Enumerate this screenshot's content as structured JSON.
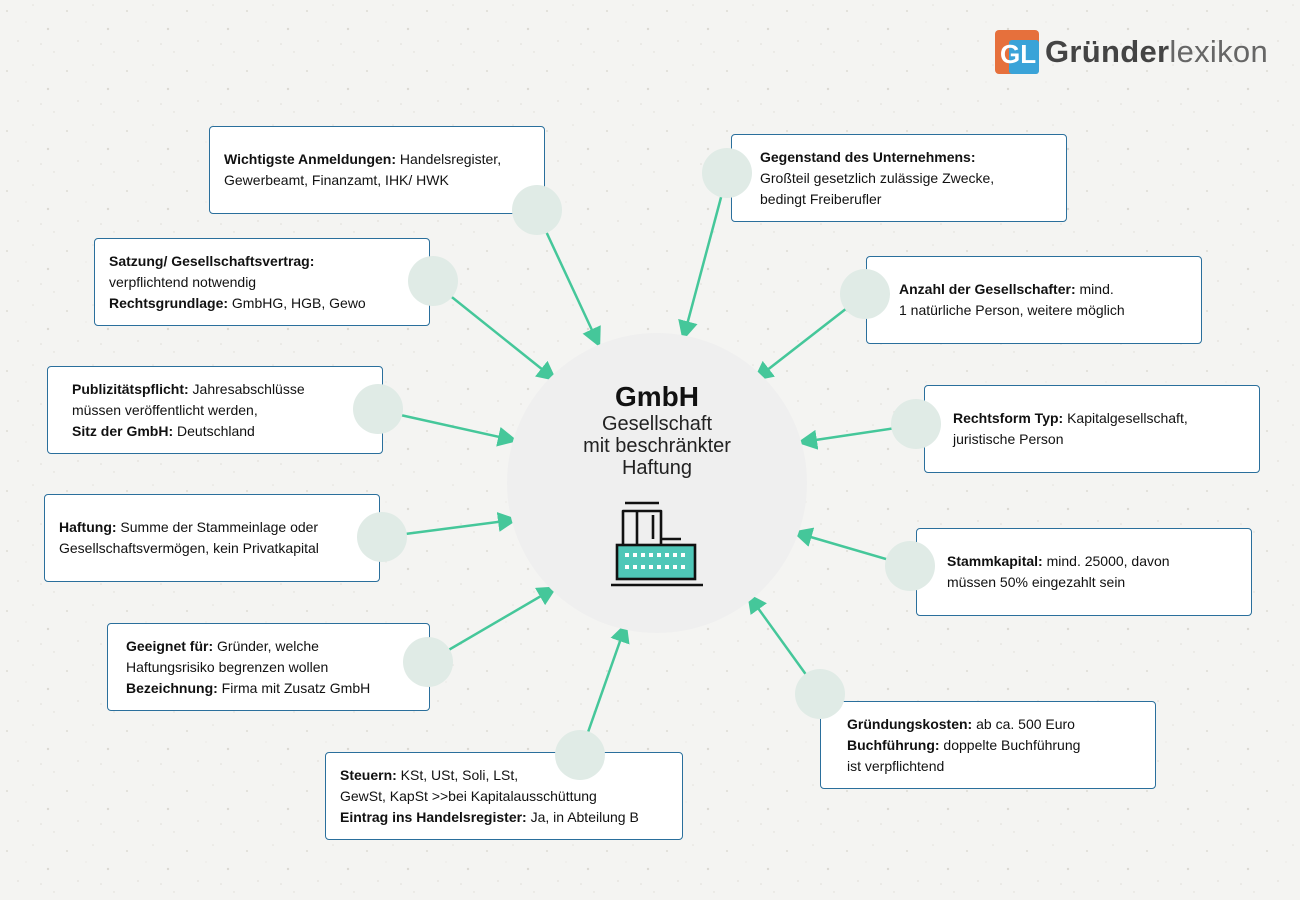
{
  "logo": {
    "mark_text": "GL",
    "name_bold": "Gründer",
    "name_light": "lexikon"
  },
  "center": {
    "title": "GmbH",
    "subtitle_lines": [
      "Gesellschaft",
      "mit beschränkter",
      "Haftung"
    ],
    "icon": "factory-building-icon"
  },
  "colors": {
    "connector": "#45c79a",
    "box_border": "#2a6f9c",
    "dot": "#e0ebe6",
    "center": "#efefef",
    "icon_teal": "#4fc7b8"
  },
  "boxes": [
    {
      "id": "anmeldungen",
      "lines": [
        {
          "parts": [
            {
              "b": "Wichtigste Anmeldungen:"
            },
            {
              "t": " Handelsregister,"
            }
          ]
        },
        {
          "parts": [
            {
              "t": "Gewerbeamt, Finanzamt, IHK/ HWK"
            }
          ]
        }
      ]
    },
    {
      "id": "gegenstand",
      "lines": [
        {
          "parts": [
            {
              "b": "Gegenstand des Unternehmens:"
            }
          ]
        },
        {
          "parts": [
            {
              "t": "Großteil gesetzlich zulässige Zwecke,"
            }
          ]
        },
        {
          "parts": [
            {
              "t": "bedingt Freiberufler"
            }
          ]
        }
      ]
    },
    {
      "id": "satzung",
      "lines": [
        {
          "parts": [
            {
              "b": "Satzung/ Gesellschaftsvertrag:"
            }
          ]
        },
        {
          "parts": [
            {
              "t": "verpflichtend notwendig"
            }
          ]
        },
        {
          "parts": [
            {
              "b": "Rechtsgrundlage:"
            },
            {
              "t": " GmbHG, HGB, Gewo"
            }
          ]
        }
      ]
    },
    {
      "id": "gesellschafter",
      "lines": [
        {
          "parts": [
            {
              "b": "Anzahl der Gesellschafter:"
            },
            {
              "t": " mind."
            }
          ]
        },
        {
          "parts": [
            {
              "t": "1 natürliche Person, weitere möglich"
            }
          ]
        }
      ]
    },
    {
      "id": "publizitaet",
      "lines": [
        {
          "parts": [
            {
              "b": "Publizitätspflicht:"
            },
            {
              "t": " Jahresabschlüsse"
            }
          ]
        },
        {
          "parts": [
            {
              "t": "müssen veröffentlicht werden,"
            }
          ]
        },
        {
          "parts": [
            {
              "b": "Sitz der GmbH:"
            },
            {
              "t": " Deutschland"
            }
          ]
        }
      ]
    },
    {
      "id": "rechtsform",
      "lines": [
        {
          "parts": [
            {
              "b": "Rechtsform Typ:"
            },
            {
              "t": " Kapitalgesellschaft,"
            }
          ]
        },
        {
          "parts": [
            {
              "t": "juristische Person"
            }
          ]
        }
      ]
    },
    {
      "id": "haftung",
      "lines": [
        {
          "parts": [
            {
              "b": "Haftung:"
            },
            {
              "t": " Summe der Stammeinlage oder"
            }
          ]
        },
        {
          "parts": [
            {
              "t": "Gesellschaftsvermögen, kein Privatkapital"
            }
          ]
        }
      ]
    },
    {
      "id": "stammkapital",
      "lines": [
        {
          "parts": [
            {
              "b": "Stammkapital:"
            },
            {
              "t": " mind. 25000, davon"
            }
          ]
        },
        {
          "parts": [
            {
              "t": "müssen 50% eingezahlt sein"
            }
          ]
        }
      ]
    },
    {
      "id": "geeignet",
      "lines": [
        {
          "parts": [
            {
              "b": "Geeignet für:"
            },
            {
              "t": " Gründer, welche"
            }
          ]
        },
        {
          "parts": [
            {
              "t": "Haftungsrisiko begrenzen wollen"
            }
          ]
        },
        {
          "parts": [
            {
              "b": "Bezeichnung:"
            },
            {
              "t": " Firma mit Zusatz GmbH"
            }
          ]
        }
      ]
    },
    {
      "id": "gruendungskosten",
      "lines": [
        {
          "parts": [
            {
              "b": "Gründungskosten:"
            },
            {
              "t": " ab ca. 500 Euro"
            }
          ]
        },
        {
          "parts": [
            {
              "b": "Buchführung:"
            },
            {
              "t": " doppelte Buchführung"
            }
          ]
        },
        {
          "parts": [
            {
              "t": "ist verpflichtend"
            }
          ]
        }
      ]
    },
    {
      "id": "steuern",
      "lines": [
        {
          "parts": [
            {
              "b": "Steuern:"
            },
            {
              "t": " KSt, USt, Soli, LSt,"
            }
          ]
        },
        {
          "parts": [
            {
              "t": "GewSt, KapSt >>bei Kapitalausschüttung"
            }
          ]
        },
        {
          "parts": [
            {
              "b": "Eintrag ins Handelsregister:"
            },
            {
              "t": " Ja, in Abteilung B"
            }
          ]
        }
      ]
    }
  ]
}
